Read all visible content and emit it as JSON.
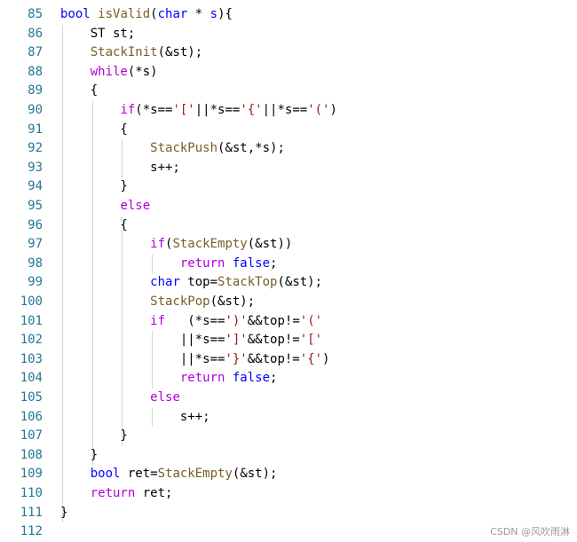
{
  "colors": {
    "line_number": "#237893",
    "keyword": "#0000ff",
    "control": "#af00db",
    "function": "#795e26",
    "string": "#a31515",
    "plain": "#000000",
    "indent_guide": "#d3d3d3"
  },
  "lines": [
    {
      "num": "85",
      "tokens": [
        {
          "t": "bool",
          "c": "keyword"
        },
        {
          "t": " "
        },
        {
          "t": "isValid",
          "c": "function"
        },
        {
          "t": "("
        },
        {
          "t": "char",
          "c": "keyword"
        },
        {
          "t": " * "
        },
        {
          "t": "s",
          "c": "keyword"
        },
        {
          "t": "){"
        }
      ]
    },
    {
      "num": "86",
      "tokens": [
        {
          "t": "    ST st;"
        }
      ]
    },
    {
      "num": "87",
      "tokens": [
        {
          "t": "    "
        },
        {
          "t": "StackInit",
          "c": "function"
        },
        {
          "t": "(&st);"
        }
      ]
    },
    {
      "num": "88",
      "tokens": [
        {
          "t": "    "
        },
        {
          "t": "while",
          "c": "control"
        },
        {
          "t": "(*s)"
        }
      ]
    },
    {
      "num": "89",
      "tokens": [
        {
          "t": "    {"
        }
      ]
    },
    {
      "num": "90",
      "tokens": [
        {
          "t": "        "
        },
        {
          "t": "if",
          "c": "control"
        },
        {
          "t": "(*s=="
        },
        {
          "t": "'['",
          "c": "string"
        },
        {
          "t": "||*s=="
        },
        {
          "t": "'{'",
          "c": "string"
        },
        {
          "t": "||*s=="
        },
        {
          "t": "'('",
          "c": "string"
        },
        {
          "t": ")"
        }
      ]
    },
    {
      "num": "91",
      "tokens": [
        {
          "t": "        {"
        }
      ]
    },
    {
      "num": "92",
      "tokens": [
        {
          "t": "            "
        },
        {
          "t": "StackPush",
          "c": "function"
        },
        {
          "t": "(&st,*s);"
        }
      ]
    },
    {
      "num": "93",
      "tokens": [
        {
          "t": "            s++;"
        }
      ]
    },
    {
      "num": "94",
      "tokens": [
        {
          "t": "        }"
        }
      ]
    },
    {
      "num": "95",
      "tokens": [
        {
          "t": "        "
        },
        {
          "t": "else",
          "c": "control"
        }
      ]
    },
    {
      "num": "96",
      "tokens": [
        {
          "t": "        {"
        }
      ]
    },
    {
      "num": "97",
      "tokens": [
        {
          "t": "            "
        },
        {
          "t": "if",
          "c": "control"
        },
        {
          "t": "("
        },
        {
          "t": "StackEmpty",
          "c": "function"
        },
        {
          "t": "(&st))"
        }
      ]
    },
    {
      "num": "98",
      "tokens": [
        {
          "t": "                "
        },
        {
          "t": "return",
          "c": "control"
        },
        {
          "t": " "
        },
        {
          "t": "false",
          "c": "keyword"
        },
        {
          "t": ";"
        }
      ]
    },
    {
      "num": "99",
      "tokens": [
        {
          "t": "            "
        },
        {
          "t": "char",
          "c": "keyword"
        },
        {
          "t": " top="
        },
        {
          "t": "StackTop",
          "c": "function"
        },
        {
          "t": "(&st);"
        }
      ]
    },
    {
      "num": "100",
      "tokens": [
        {
          "t": "            "
        },
        {
          "t": "StackPop",
          "c": "function"
        },
        {
          "t": "(&st);"
        }
      ]
    },
    {
      "num": "101",
      "tokens": [
        {
          "t": "            "
        },
        {
          "t": "if",
          "c": "control"
        },
        {
          "t": "   (*s=="
        },
        {
          "t": "')'",
          "c": "string"
        },
        {
          "t": "&&top!="
        },
        {
          "t": "'('",
          "c": "string"
        }
      ]
    },
    {
      "num": "102",
      "tokens": [
        {
          "t": "                ||*s=="
        },
        {
          "t": "']'",
          "c": "string"
        },
        {
          "t": "&&top!="
        },
        {
          "t": "'['",
          "c": "string"
        }
      ]
    },
    {
      "num": "103",
      "tokens": [
        {
          "t": "                ||*s=="
        },
        {
          "t": "'}'",
          "c": "string"
        },
        {
          "t": "&&top!="
        },
        {
          "t": "'{'",
          "c": "string"
        },
        {
          "t": ")"
        }
      ]
    },
    {
      "num": "104",
      "tokens": [
        {
          "t": "                "
        },
        {
          "t": "return",
          "c": "control"
        },
        {
          "t": " "
        },
        {
          "t": "false",
          "c": "keyword"
        },
        {
          "t": ";"
        }
      ]
    },
    {
      "num": "105",
      "tokens": [
        {
          "t": "            "
        },
        {
          "t": "else",
          "c": "control"
        }
      ]
    },
    {
      "num": "106",
      "tokens": [
        {
          "t": "                s++;"
        }
      ]
    },
    {
      "num": "107",
      "tokens": [
        {
          "t": "        }"
        }
      ]
    },
    {
      "num": "108",
      "tokens": [
        {
          "t": "    }"
        }
      ]
    },
    {
      "num": "109",
      "tokens": [
        {
          "t": "    "
        },
        {
          "t": "bool",
          "c": "keyword"
        },
        {
          "t": " ret="
        },
        {
          "t": "StackEmpty",
          "c": "function"
        },
        {
          "t": "(&st);"
        }
      ]
    },
    {
      "num": "110",
      "tokens": [
        {
          "t": "    "
        },
        {
          "t": "return",
          "c": "control"
        },
        {
          "t": " ret;"
        }
      ]
    },
    {
      "num": "111",
      "tokens": [
        {
          "t": "}"
        }
      ]
    },
    {
      "num": "112",
      "tokens": []
    }
  ],
  "watermark": "CSDN @风吹雨淋"
}
